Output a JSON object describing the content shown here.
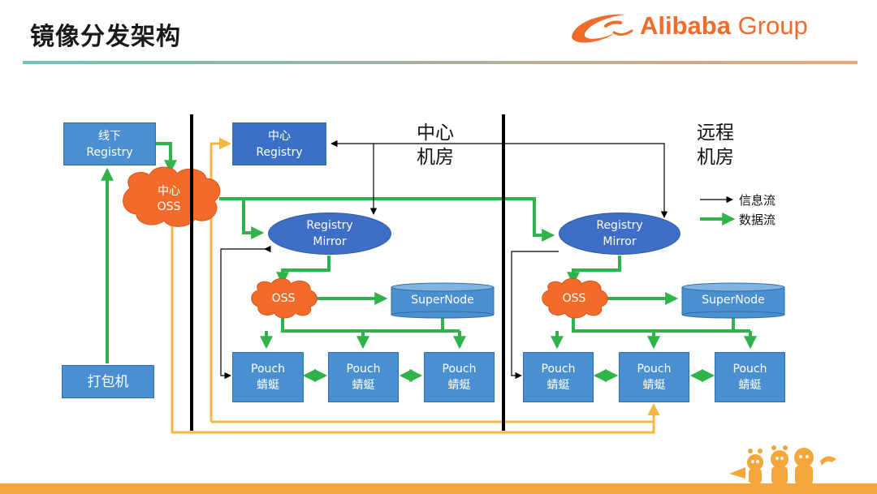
{
  "slide": {
    "title": "镜像分发架构",
    "brand": {
      "name": "Alibaba",
      "suffix": " Group"
    }
  },
  "colors": {
    "box_blue": "#4a90d0",
    "ellipse_blue": "#3f6ec7",
    "cloud_orange": "#f26b2a",
    "info_arrow": "#000000",
    "data_arrow": "#2fb34a",
    "yellow_arrow": "#f5b642",
    "bottom_bar": "#f4a63a"
  },
  "nodes": {
    "offline_registry": {
      "line1": "线下",
      "line2": "Registry"
    },
    "center_registry": {
      "line1": "中心",
      "line2": "Registry"
    },
    "center_oss": {
      "line1": "中心",
      "line2": "OSS"
    },
    "packager": {
      "label": "打包机"
    },
    "center_room": {
      "label_line1": "中心",
      "label_line2": "机房",
      "mirror_line1": "Registry",
      "mirror_line2": "Mirror",
      "oss": "OSS",
      "supernode": "SuperNode",
      "pouch1_line1": "Pouch",
      "pouch1_line2": "蜻蜓",
      "pouch2_line1": "Pouch",
      "pouch2_line2": "蜻蜓",
      "pouch3_line1": "Pouch",
      "pouch3_line2": "蜻蜓"
    },
    "remote_room": {
      "label_line1": "远程",
      "label_line2": "机房",
      "mirror_line1": "Registry",
      "mirror_line2": "Mirror",
      "oss": "OSS",
      "supernode": "SuperNode",
      "pouch1_line1": "Pouch",
      "pouch1_line2": "蜻蜓",
      "pouch2_line1": "Pouch",
      "pouch2_line2": "蜻蜓",
      "pouch3_line1": "Pouch",
      "pouch3_line2": "蜻蜓"
    }
  },
  "legend": {
    "info_flow": "信息流",
    "data_flow": "数据流"
  }
}
